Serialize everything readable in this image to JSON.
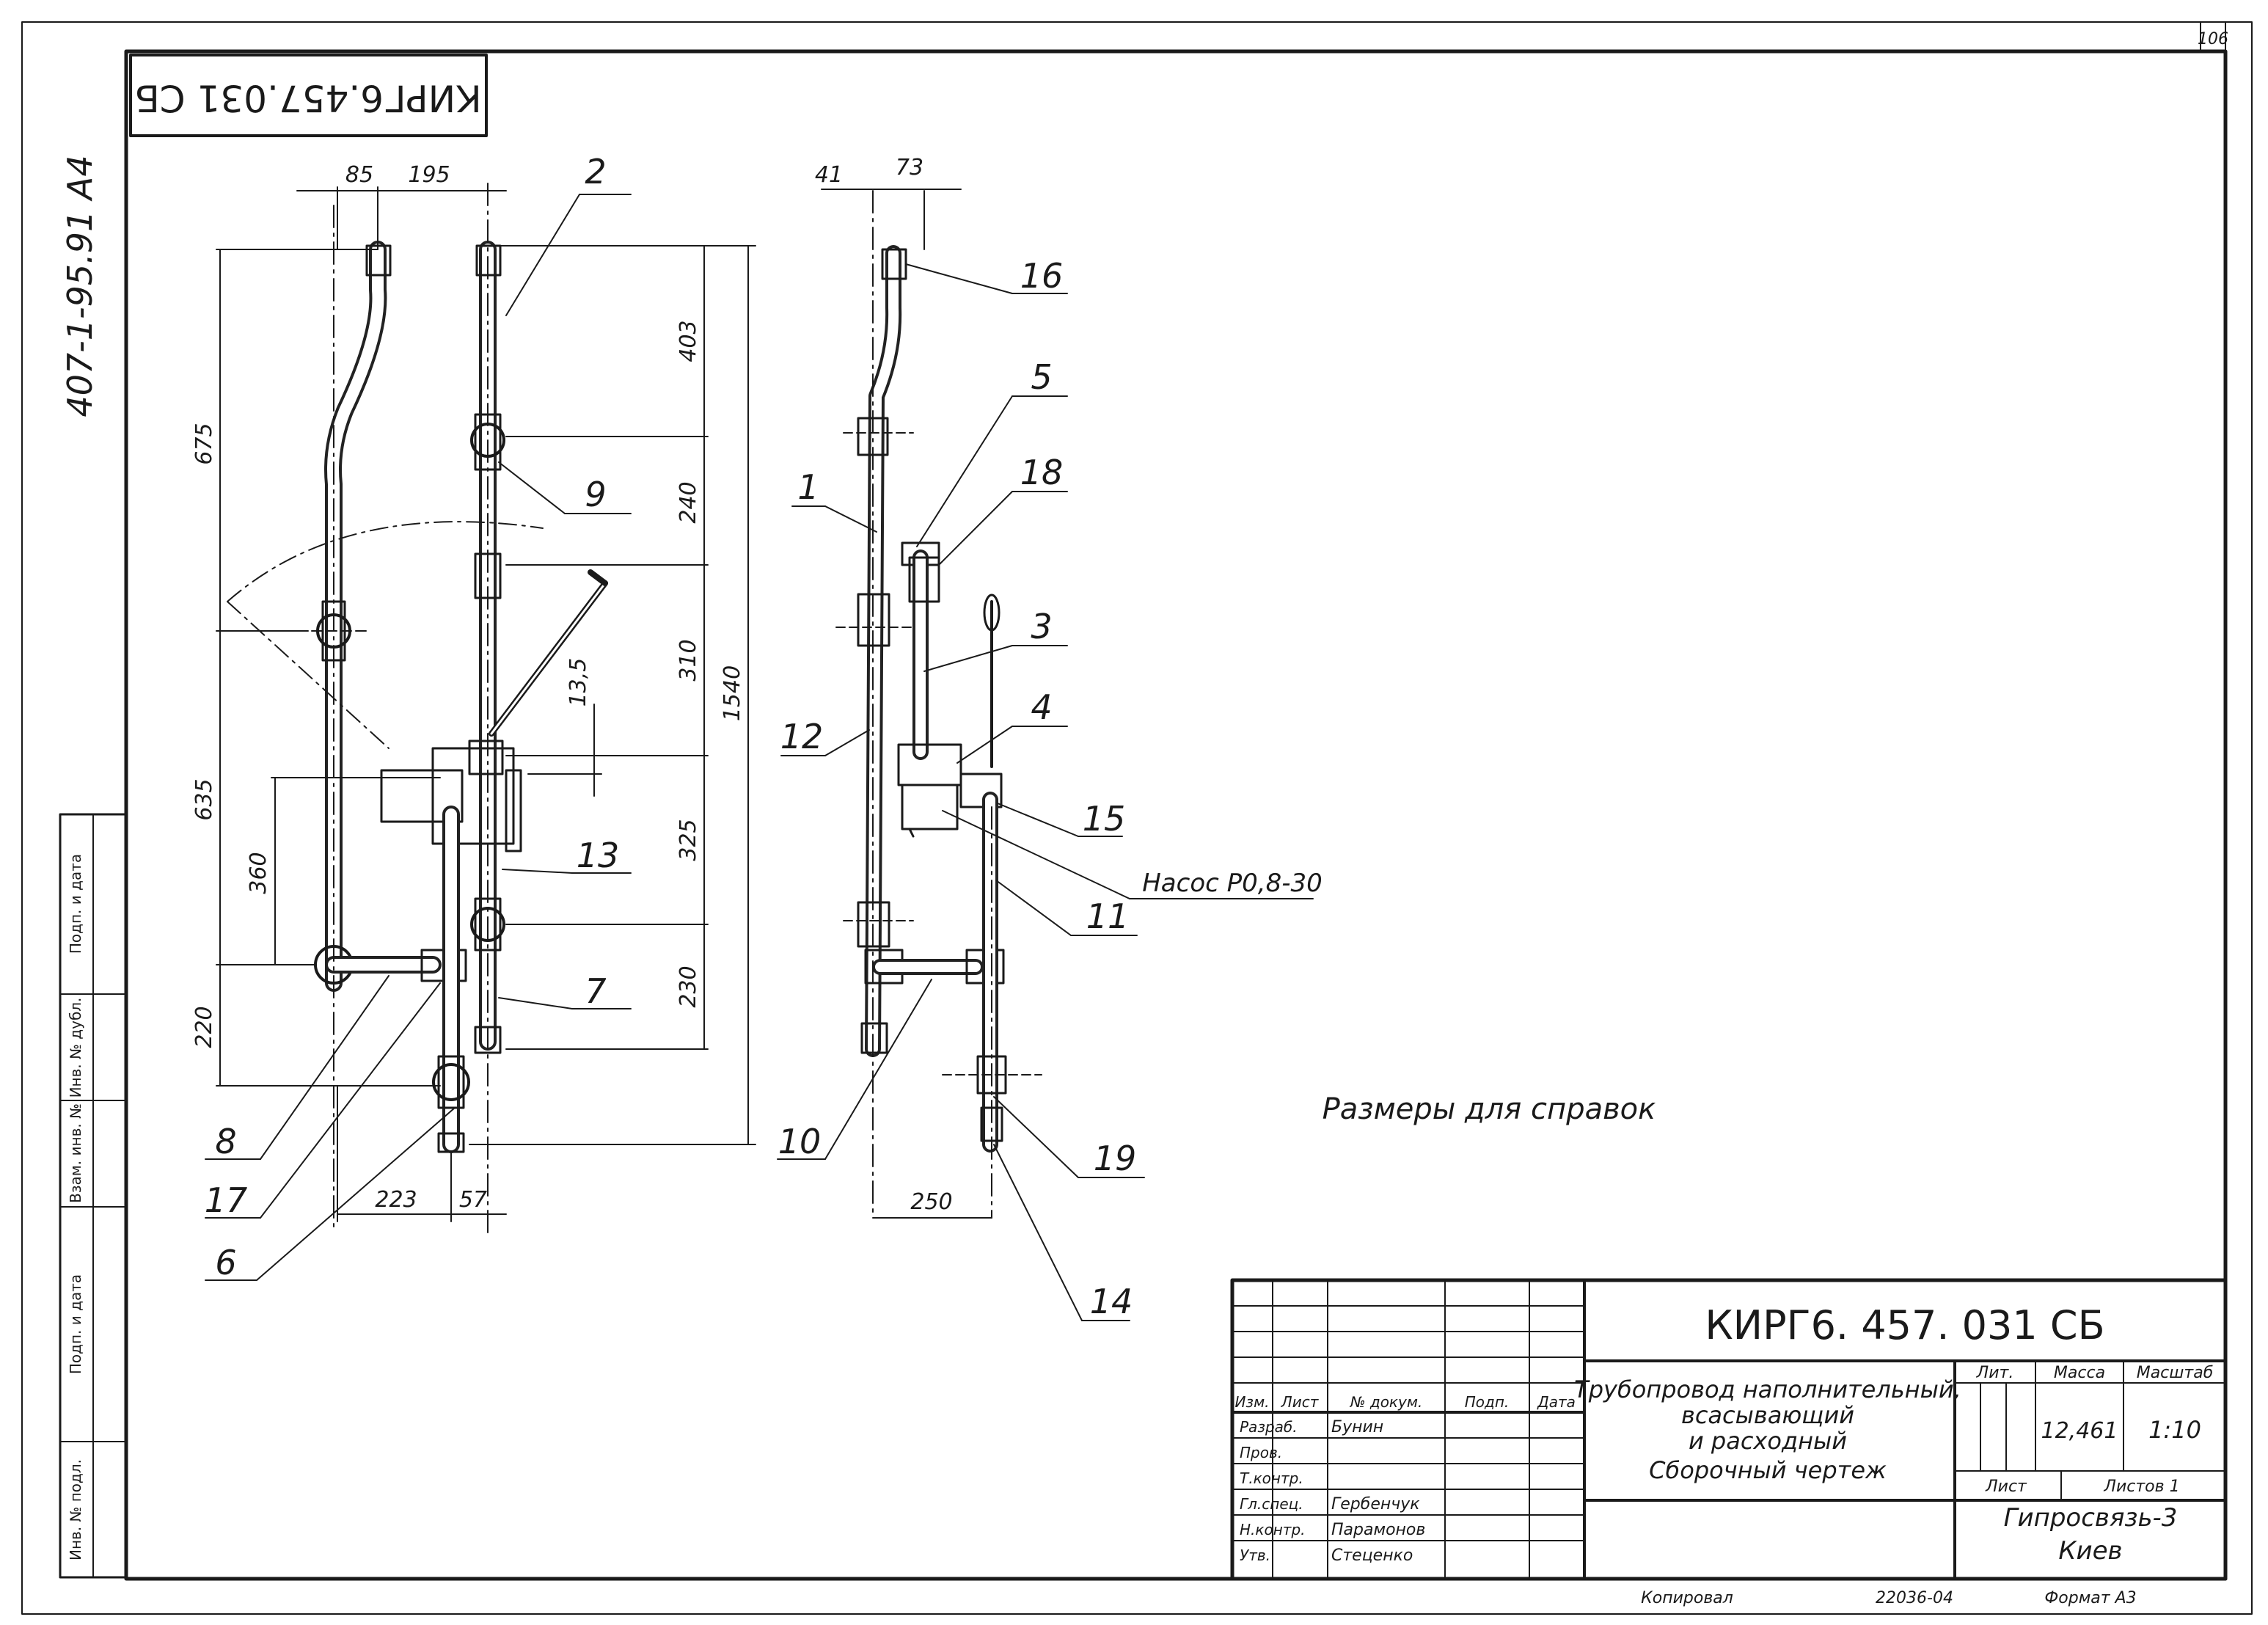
{
  "sheet": {
    "page_number": "106",
    "doc_code_rotated": "КИРГ6.457.031 СБ",
    "project_code": "407-1-95.91 А4",
    "note": "Размеры для справок",
    "bottom_copied": "Копировал",
    "bottom_order": "22036-04",
    "bottom_format": "Формат   А3"
  },
  "side_stamp": [
    "Инв. № подл.",
    "Подп. и дата",
    "Взам. инв. №",
    "Инв. № дубл.",
    "Подп. и дата"
  ],
  "front_view": {
    "dims": [
      "85",
      "195",
      "675",
      "635",
      "360",
      "220",
      "403",
      "240",
      "310",
      "13,5",
      "325",
      "230",
      "1540",
      "223",
      "57"
    ],
    "positions": [
      "2",
      "9",
      "13",
      "7",
      "8",
      "17",
      "6"
    ]
  },
  "side_view": {
    "dims": [
      "41",
      "73",
      "250"
    ],
    "positions": [
      "16",
      "5",
      "18",
      "1",
      "3",
      "4",
      "12",
      "15",
      "11",
      "10",
      "19",
      "14"
    ],
    "pump_label": "Насос  Р0,8-30"
  },
  "title_block": {
    "designation": "КИРГ6. 457. 031  СБ",
    "name_lines": [
      "Трубопровод наполнительный,",
      "всасывающий",
      "и  расходный",
      "Сборочный чертеж"
    ],
    "header_cells": [
      "Изм.",
      "Лист",
      "№ докум.",
      "Подп.",
      "Дата"
    ],
    "roles": [
      "Разраб.",
      "Пров.",
      "Т.контр.",
      "Гл.спец.",
      "Н.контр.",
      "Утв."
    ],
    "people": [
      "Бунин",
      "",
      "",
      "Гербенчук",
      "Парамонов",
      "Стеценко"
    ],
    "lit_header": "Лит.",
    "mass_header": "Масса",
    "scale_header": "Масштаб",
    "mass": "12,461",
    "scale": "1:10",
    "sheet_label": "Лист",
    "sheets_label": "Листов  1",
    "org_line1": "Гипросвязь-3",
    "org_line2": "Киев"
  }
}
